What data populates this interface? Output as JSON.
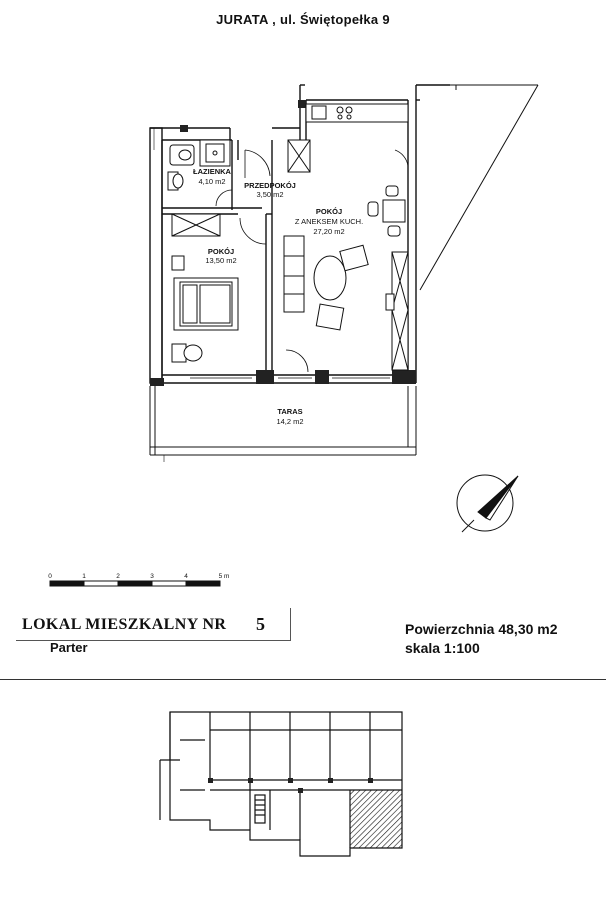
{
  "header": {
    "title": "JURATA , ul. Świętopełka 9"
  },
  "rooms": {
    "bathroom": {
      "name": "ŁAZIENKA",
      "area": "4,10 m2"
    },
    "hall": {
      "name": "PRZEDPOKÓJ",
      "area": "3,50 m2"
    },
    "living": {
      "name": "POKÓJ",
      "name2": "Z ANEKSEM KUCH.",
      "area": "27,20 m2"
    },
    "bedroom": {
      "name": "POKÓJ",
      "area": "13,50 m2"
    },
    "terrace": {
      "name": "TARAS",
      "area": "14,2 m2"
    }
  },
  "scale_bar": {
    "ticks": [
      "0",
      "1",
      "2",
      "3",
      "4",
      "5 m"
    ]
  },
  "unit": {
    "label": "LOKAL MIESZKALNY NR",
    "number": "5",
    "floor": "Parter"
  },
  "info": {
    "area": "Powierzchnia  48,30 m2",
    "scale": "skala 1:100"
  }
}
